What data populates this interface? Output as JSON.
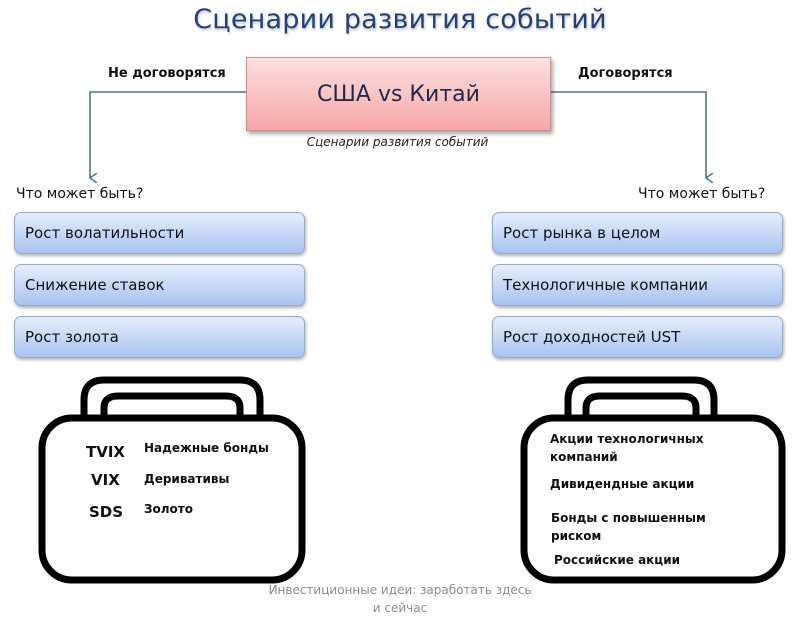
{
  "title": "Сценарии развития событий",
  "center": {
    "label": "США vs Китай",
    "caption": "Сценарии развития событий"
  },
  "branches": {
    "left": {
      "label": "Не договорятся",
      "question": "Что может быть?",
      "outcomes": [
        "Рост волатильности",
        "Снижение ставок",
        "Рост золота"
      ],
      "bag": {
        "tickers": [
          "TVIX",
          "VIX",
          "SDS"
        ],
        "assets": [
          "Надежные бонды",
          "Деривативы",
          "Золото"
        ]
      }
    },
    "right": {
      "label": "Договорятся",
      "question": "Что может быть?",
      "outcomes": [
        "Рост рынка в целом",
        "Технологичные компании",
        "Рост доходностей UST"
      ],
      "bag": {
        "assets": [
          "Акции технологичных компаний",
          "Дивидендные акции",
          "Бонды с повышенным риском",
          "Российские акции"
        ]
      }
    }
  },
  "footer": {
    "line1": "Инвестиционные идеи: заработать здесь",
    "line2": "и сейчас"
  },
  "colors": {
    "title": "#243f74",
    "center_fill": "#f5a8a8",
    "pill_fill": "#a9c3f0",
    "connector": "#4f7390"
  }
}
